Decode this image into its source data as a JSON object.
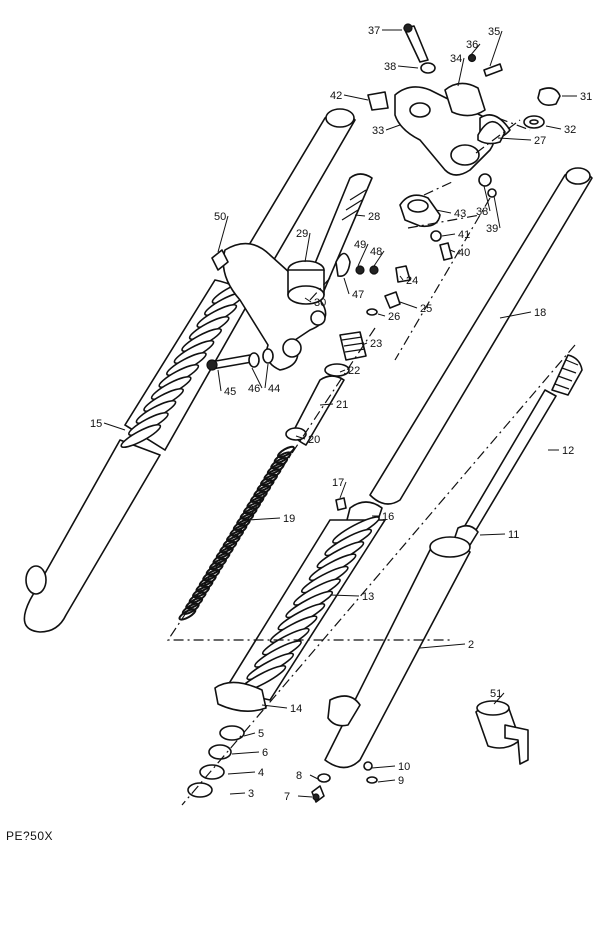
{
  "diagram_code": "PE?50X",
  "parts": [
    {
      "num": "2"
    },
    {
      "num": "3"
    },
    {
      "num": "4"
    },
    {
      "num": "5"
    },
    {
      "num": "6"
    },
    {
      "num": "7"
    },
    {
      "num": "8"
    },
    {
      "num": "9"
    },
    {
      "num": "10"
    },
    {
      "num": "11"
    },
    {
      "num": "12"
    },
    {
      "num": "13"
    },
    {
      "num": "14"
    },
    {
      "num": "15"
    },
    {
      "num": "16"
    },
    {
      "num": "17"
    },
    {
      "num": "18"
    },
    {
      "num": "19"
    },
    {
      "num": "20"
    },
    {
      "num": "21"
    },
    {
      "num": "22"
    },
    {
      "num": "23"
    },
    {
      "num": "24"
    },
    {
      "num": "25"
    },
    {
      "num": "26"
    },
    {
      "num": "27"
    },
    {
      "num": "28"
    },
    {
      "num": "29"
    },
    {
      "num": "30"
    },
    {
      "num": "31"
    },
    {
      "num": "32"
    },
    {
      "num": "33"
    },
    {
      "num": "34"
    },
    {
      "num": "35"
    },
    {
      "num": "36"
    },
    {
      "num": "37"
    },
    {
      "num": "38"
    },
    {
      "num": "38"
    },
    {
      "num": "39"
    },
    {
      "num": "40"
    },
    {
      "num": "41"
    },
    {
      "num": "42"
    },
    {
      "num": "43"
    },
    {
      "num": "44"
    },
    {
      "num": "45"
    },
    {
      "num": "46"
    },
    {
      "num": "47"
    },
    {
      "num": "48"
    },
    {
      "num": "49"
    },
    {
      "num": "50"
    },
    {
      "num": "51"
    }
  ]
}
